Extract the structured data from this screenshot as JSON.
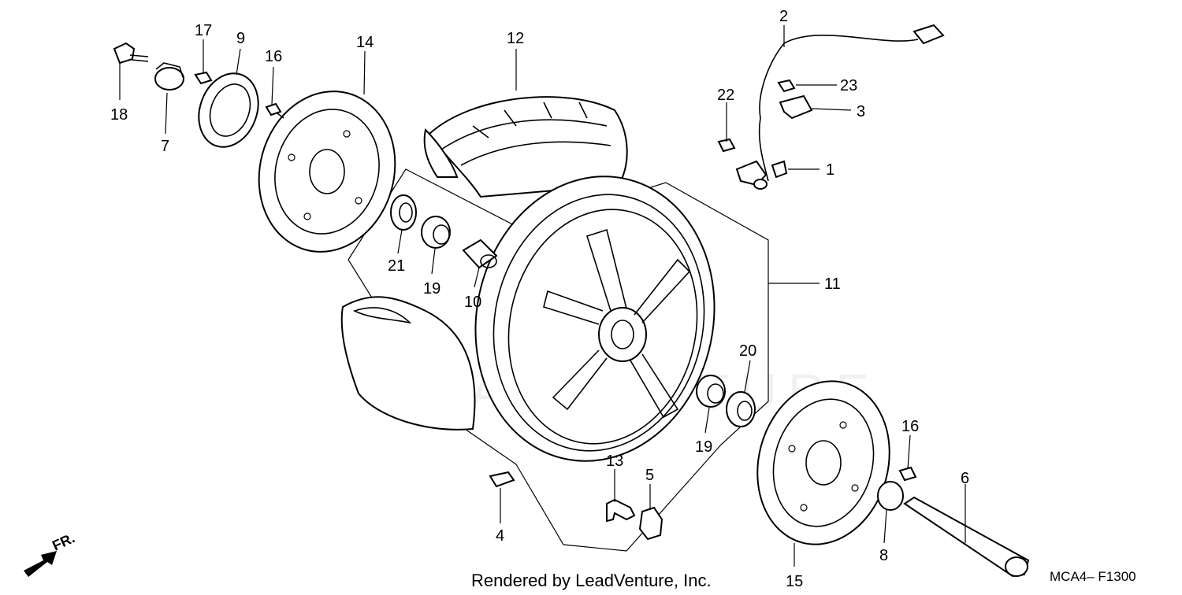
{
  "callouts": {
    "c1": "1",
    "c2": "2",
    "c3": "3",
    "c4": "4",
    "c5": "5",
    "c6": "6",
    "c7": "7",
    "c8": "8",
    "c9": "9",
    "c10": "10",
    "c11": "11",
    "c12": "12",
    "c13": "13",
    "c14": "14",
    "c15": "15",
    "c16a": "16",
    "c16b": "16",
    "c17": "17",
    "c18": "18",
    "c19a": "19",
    "c19b": "19",
    "c20": "20",
    "c21": "21",
    "c22": "22",
    "c23": "23"
  },
  "footer": {
    "rendered_by": "Rendered by LeadVenture, Inc.",
    "diagram_code": "MCA4– F1300",
    "front_marker": "FR."
  },
  "watermark": "LEADVENTURE"
}
